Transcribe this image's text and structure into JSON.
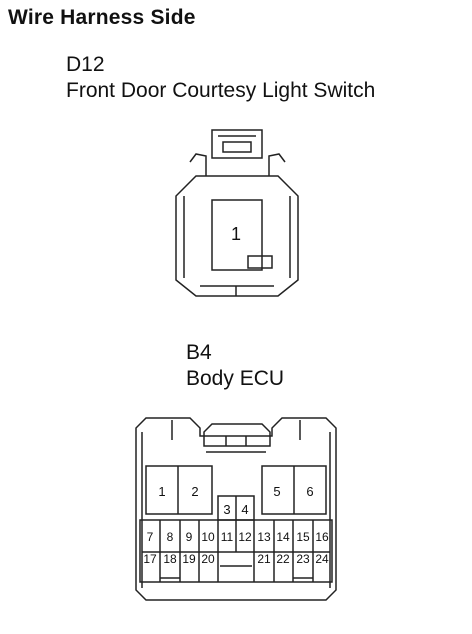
{
  "title": "Wire Harness Side",
  "connectors": [
    {
      "code": "D12",
      "name": "Front Door Courtesy Light Switch",
      "pins": [
        "1"
      ]
    },
    {
      "code": "B4",
      "name": "Body ECU",
      "pins": [
        "1",
        "2",
        "3",
        "4",
        "5",
        "6",
        "7",
        "8",
        "9",
        "10",
        "11",
        "12",
        "13",
        "14",
        "15",
        "16",
        "17",
        "18",
        "19",
        "20",
        "21",
        "22",
        "23",
        "24"
      ]
    }
  ]
}
